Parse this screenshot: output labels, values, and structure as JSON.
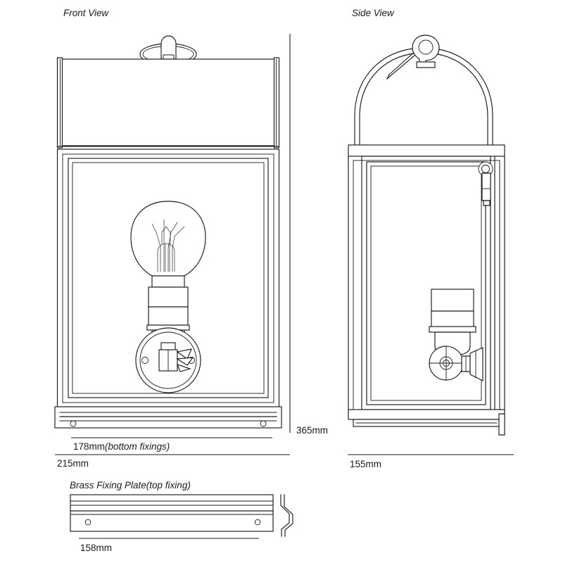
{
  "drawing": {
    "type": "technical-line-drawing",
    "subject": "Wall-mounted box lantern",
    "units": "mm",
    "background_color": "#ffffff",
    "line_color": "#1a1a1a"
  },
  "views": {
    "front": {
      "label": "Front View",
      "dimensions": {
        "height": "365mm",
        "width_overall": "215mm",
        "width_fixings_value": "178mm",
        "width_fixings_note": "(bottom fixings)"
      },
      "parts": {
        "hanging_loop": "hanging-loop",
        "finial": "top-finial",
        "hood_panel": "upper-hood-panel",
        "glazed_panel": "glazed-front-panel",
        "bulb": "incandescent-bulb",
        "socket": "lamp-socket",
        "backplate": "circular-wall-backplate",
        "base_band": "base-band",
        "fixing_holes": 2
      }
    },
    "side": {
      "label": "Side View",
      "dimensions": {
        "depth": "155mm"
      },
      "parts": {
        "carry_handle": "arched-carry-handle",
        "hook": "top-hook",
        "body": "lantern-body",
        "hinge": "door-hinge-loop",
        "socket": "lamp-socket",
        "wall_bracket": "angled-wall-bracket",
        "base": "base-plate",
        "tail": "bottom-tail"
      }
    },
    "fixing_plate": {
      "label_value": "Brass Fixing Plate",
      "label_note": "(top fixing)",
      "dimensions": {
        "width": "158mm"
      },
      "parts": {
        "plate": "brass-fixing-plate",
        "profile": "z-section-profile",
        "screw_holes": 2
      }
    }
  }
}
